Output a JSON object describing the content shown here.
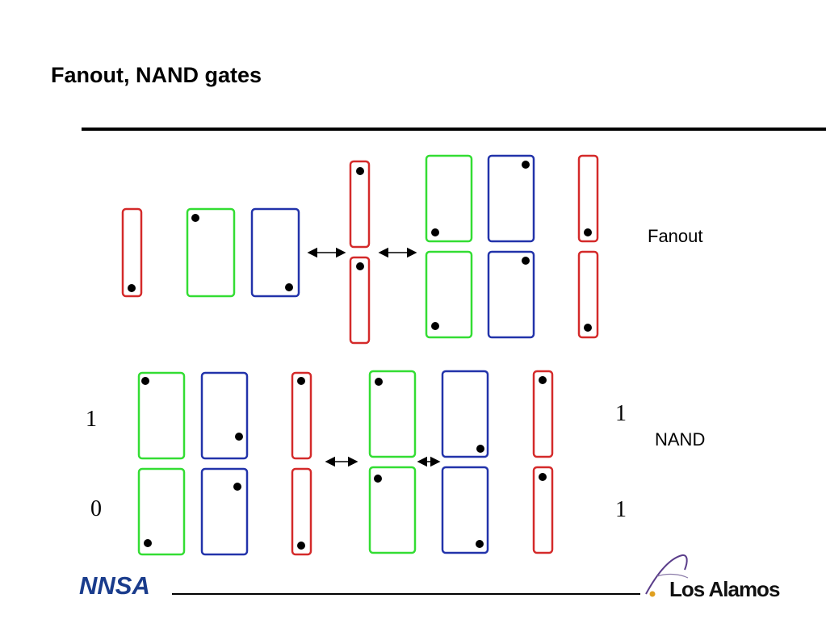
{
  "slide": {
    "title": "Fanout, NAND gates"
  },
  "labels": {
    "fanout": "Fanout",
    "nand": "NAND",
    "nand_input_top": "1",
    "nand_input_bottom": "0",
    "nand_output_top": "1",
    "nand_output_bottom": "1"
  },
  "colors": {
    "red_cell": "#d42a2a",
    "green_cell": "#33dd33",
    "blue_cell": "#2233aa",
    "dot": "#000000"
  },
  "footer": {
    "nnsa_logo_text": "NNSA",
    "los_alamos_text": "Los Alamos"
  }
}
